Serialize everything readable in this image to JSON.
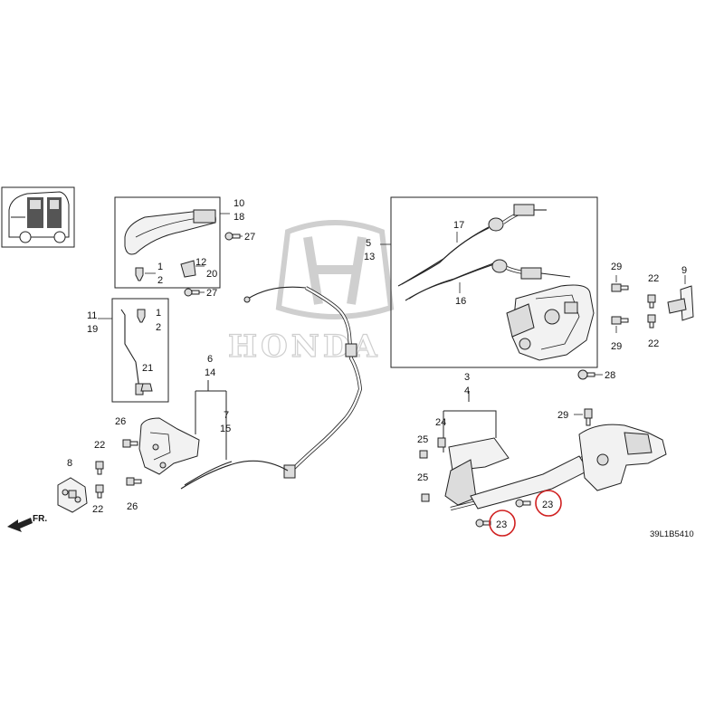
{
  "callouts": {
    "c10": "10",
    "c18": "18",
    "c27a": "27",
    "c27b": "27",
    "c12": "12",
    "c20": "20",
    "c1a": "1",
    "c2a": "2",
    "c1b": "1",
    "c2b": "2",
    "c11": "11",
    "c19": "19",
    "c21": "21",
    "c6": "6",
    "c14": "14",
    "c7": "7",
    "c15": "15",
    "c26a": "26",
    "c26b": "26",
    "c22a": "22",
    "c22b": "22",
    "c8": "8",
    "c5": "5",
    "c13": "13",
    "c17": "17",
    "c16": "16",
    "c29a": "29",
    "c29b": "29",
    "c29c": "29",
    "c22c": "22",
    "c22d": "22",
    "c9": "9",
    "c28": "28",
    "c3": "3",
    "c4": "4",
    "c24": "24",
    "c25a": "25",
    "c25b": "25",
    "c23a": "23",
    "c23b": "23"
  },
  "diagram_code": "39L1B5410",
  "direction_label": "FR.",
  "brand_watermark": "HONDA",
  "icons": [
    "vehicle-thumbnail-icon",
    "front-direction-arrow-icon",
    "honda-logo-watermark"
  ],
  "colors": {
    "highlight": "#d02020",
    "line": "#222222",
    "watermark": "#cfcfcf"
  }
}
